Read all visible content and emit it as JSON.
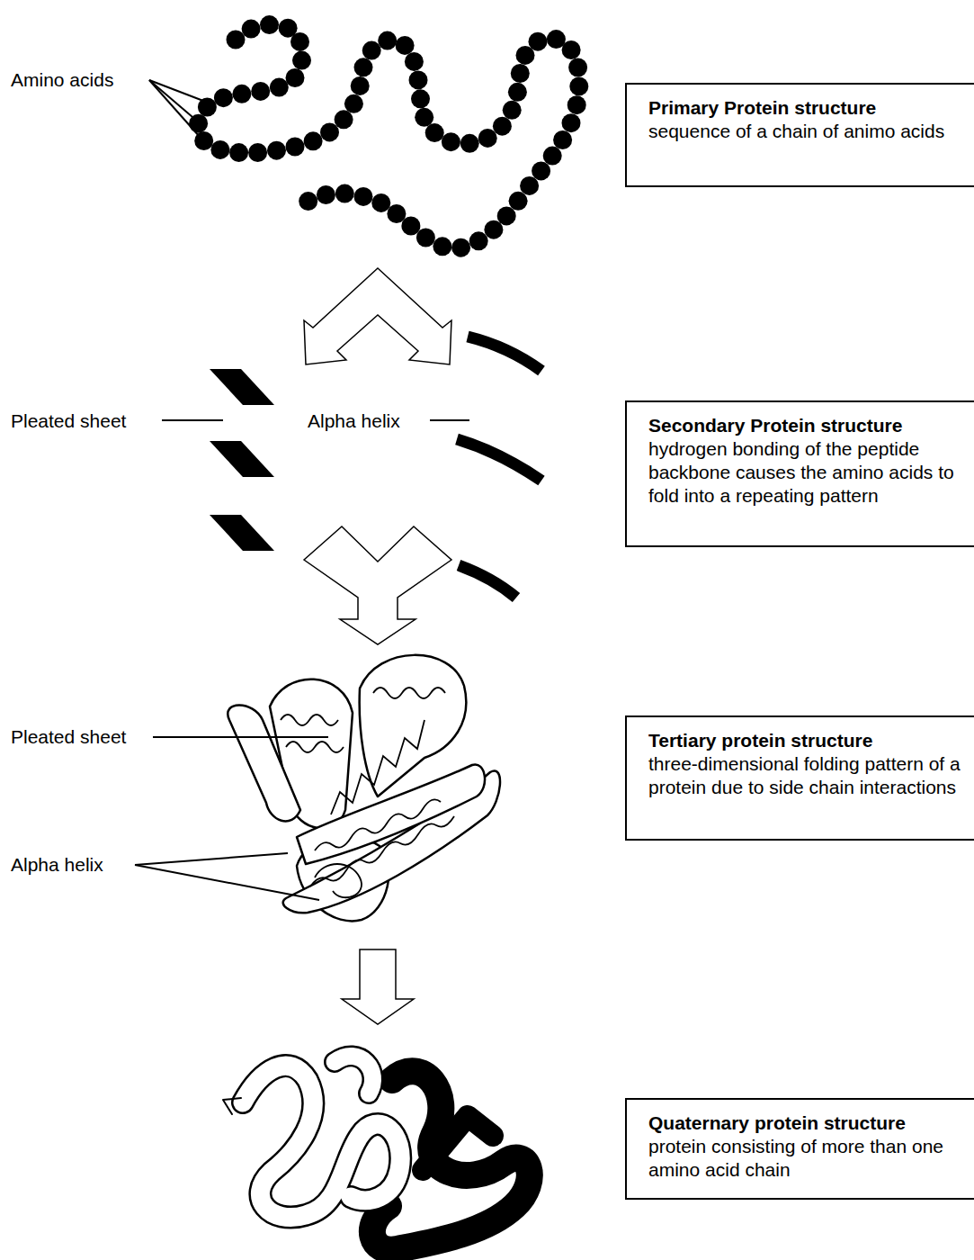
{
  "diagram": {
    "nodes": [
      {
        "text": [
          "Primary Protein structure",
          "sequence of a chain of animo acids"
        ]
      },
      {
        "text": [
          "Secondary Protein structure",
          "hydrogen bonding of the peptide backbone causes the amino acids to fold into a repeating pattern"
        ]
      },
      {
        "text": [
          "Tertiary protein structure",
          "three-dimensional folding pattern of a protein due to side chain interactions"
        ]
      },
      {
        "text": [
          "Quaternary protein structure",
          "protein consisting of more than one amino acid chain"
        ]
      }
    ],
    "labels": [
      "Amino acids",
      "Pleated sheet",
      "Alpha helix",
      "Pleated sheet",
      "Alpha helix"
    ]
  }
}
